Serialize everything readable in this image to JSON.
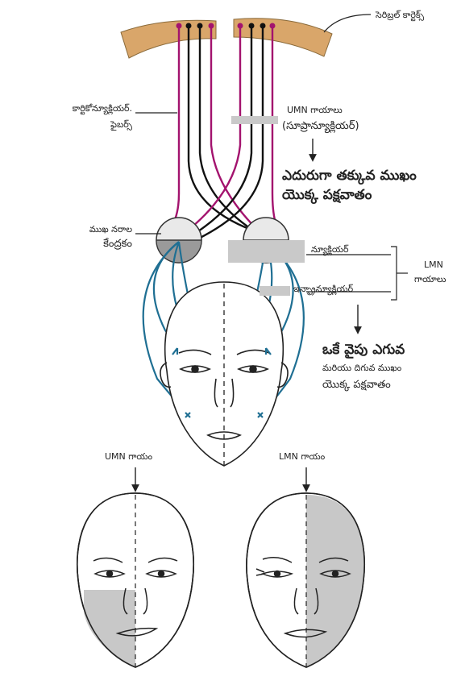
{
  "labels": {
    "cerebral_cortex": "సెరిబ్రల్ కార్టెక్స్",
    "corticonuclear_1": "కార్టికోన్యూక్లియర్.",
    "corticonuclear_2": "ఫైబర్స్",
    "facial_nucleus_1": "ముఖ నరాల",
    "facial_nucleus_2": "కేంద్రకం",
    "umn_lesions": "UMN గాయాలు",
    "supranuclear": "(సూప్రాన్యూక్లియర్)",
    "umn_result_1": "ఎదురుగా తక్కువ ముఖం",
    "umn_result_2": "యొక్క పక్షవాతం",
    "nuclear": "న్యూక్లియర్",
    "infranuclear": "ఇన్ఫ్రాన్యూక్లియర్",
    "lmn": "LMN",
    "lmn_lesions": "గాయాలు",
    "lmn_result_1": "ఒకే వైపు ఎగువ",
    "lmn_result_2": "మరియు దిగువ ముఖం",
    "lmn_result_3": "యొక్క పక్షవాతం",
    "umn_lesion": "UMN గాయం",
    "lmn_lesion": "LMN గాయం"
  },
  "colors": {
    "cortex": "#d9a66a",
    "magenta_fiber": "#a3136e",
    "black_fiber": "#111111",
    "blue_nerve": "#1f6f93",
    "nucleus_gray": "#cfcfcf",
    "paralysis_shade": "#c8c8c8"
  }
}
